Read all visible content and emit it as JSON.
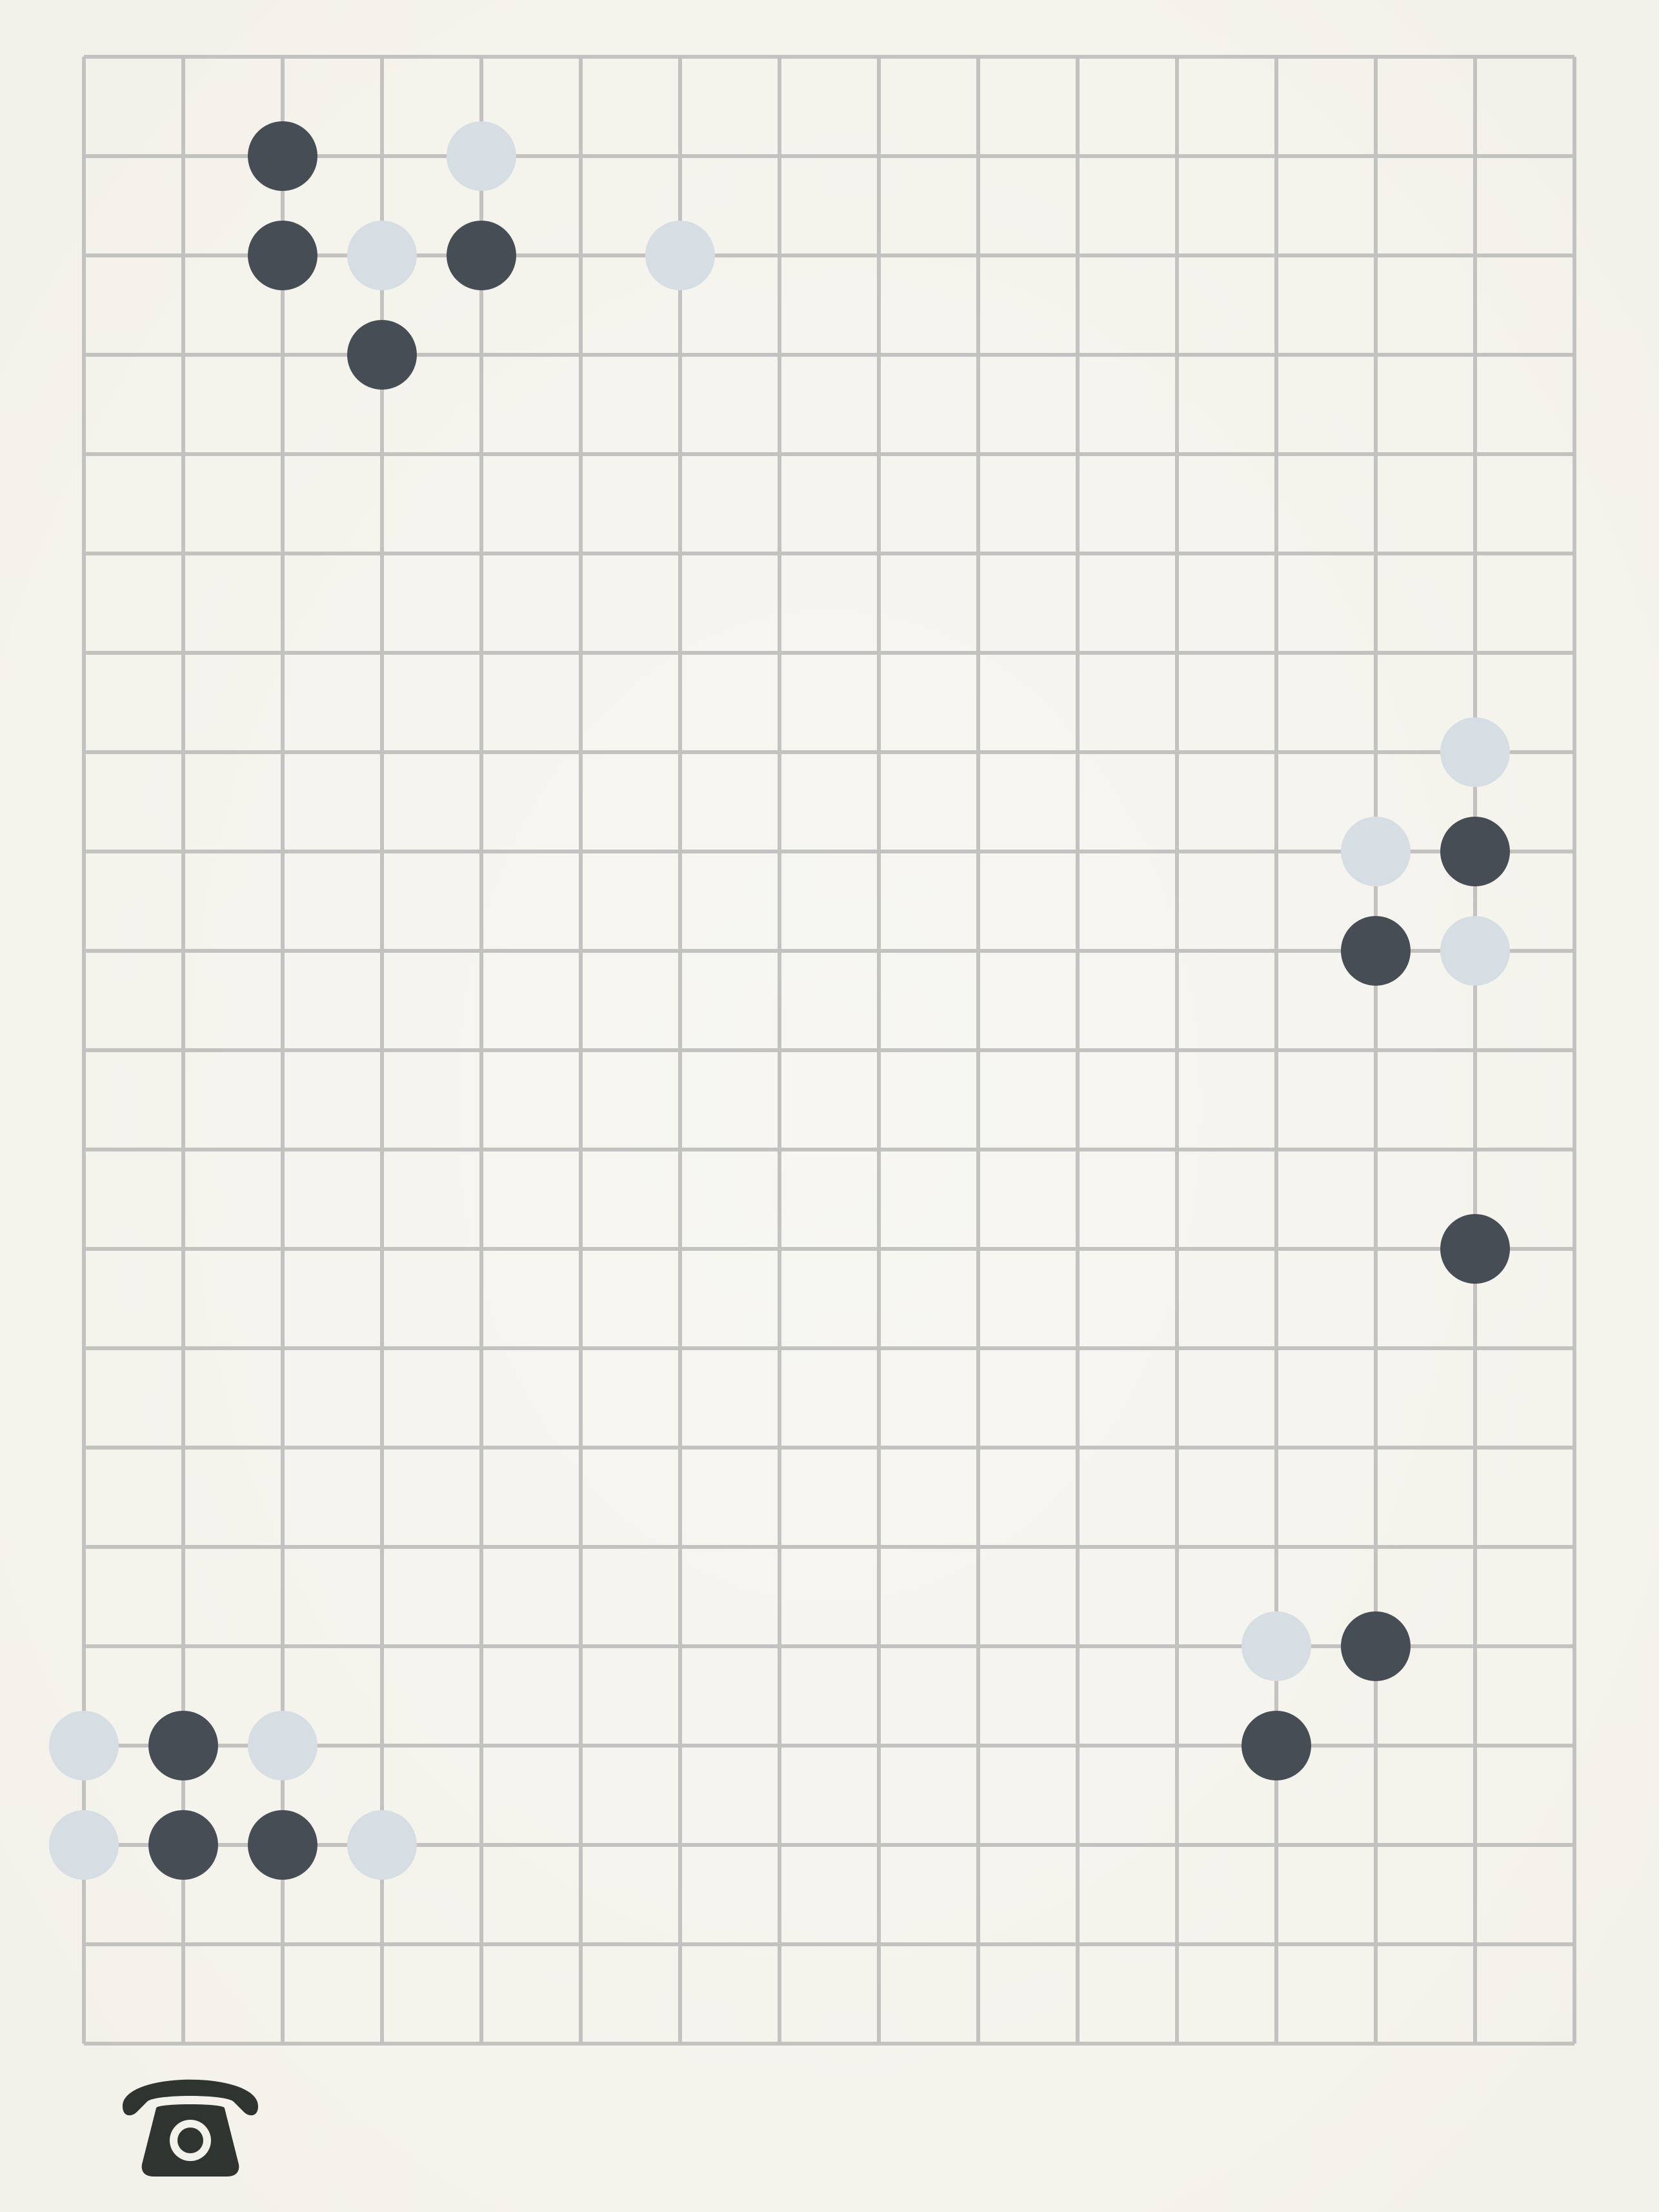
{
  "theme": {
    "paper_color": "#f3f2ea",
    "paper_center_color": "#f7f6f2",
    "grid_line_color": "#c2c2c0",
    "black_stone_color": "#474d55",
    "white_stone_color": "#d6dee3",
    "phone_icon_color": "#2f3431"
  },
  "board": {
    "columns": 16,
    "rows": 21,
    "stones": [
      {
        "color": "black",
        "col": 2,
        "row": 1
      },
      {
        "color": "white",
        "col": 4,
        "row": 1
      },
      {
        "color": "black",
        "col": 2,
        "row": 2
      },
      {
        "color": "white",
        "col": 3,
        "row": 2
      },
      {
        "color": "black",
        "col": 4,
        "row": 2
      },
      {
        "color": "white",
        "col": 6,
        "row": 2
      },
      {
        "color": "black",
        "col": 3,
        "row": 3
      },
      {
        "color": "white",
        "col": 14,
        "row": 7
      },
      {
        "color": "white",
        "col": 13,
        "row": 8
      },
      {
        "color": "black",
        "col": 14,
        "row": 8
      },
      {
        "color": "black",
        "col": 13,
        "row": 9
      },
      {
        "color": "white",
        "col": 14,
        "row": 9
      },
      {
        "color": "black",
        "col": 14,
        "row": 12
      },
      {
        "color": "white",
        "col": 12,
        "row": 16
      },
      {
        "color": "black",
        "col": 13,
        "row": 16
      },
      {
        "color": "black",
        "col": 12,
        "row": 17
      },
      {
        "color": "white",
        "col": 0,
        "row": 17
      },
      {
        "color": "black",
        "col": 1,
        "row": 17
      },
      {
        "color": "white",
        "col": 2,
        "row": 17
      },
      {
        "color": "white",
        "col": 0,
        "row": 18
      },
      {
        "color": "black",
        "col": 1,
        "row": 18
      },
      {
        "color": "black",
        "col": 2,
        "row": 18
      },
      {
        "color": "white",
        "col": 3,
        "row": 18
      }
    ]
  },
  "controls": {
    "phone_icon": "telephone-icon"
  }
}
